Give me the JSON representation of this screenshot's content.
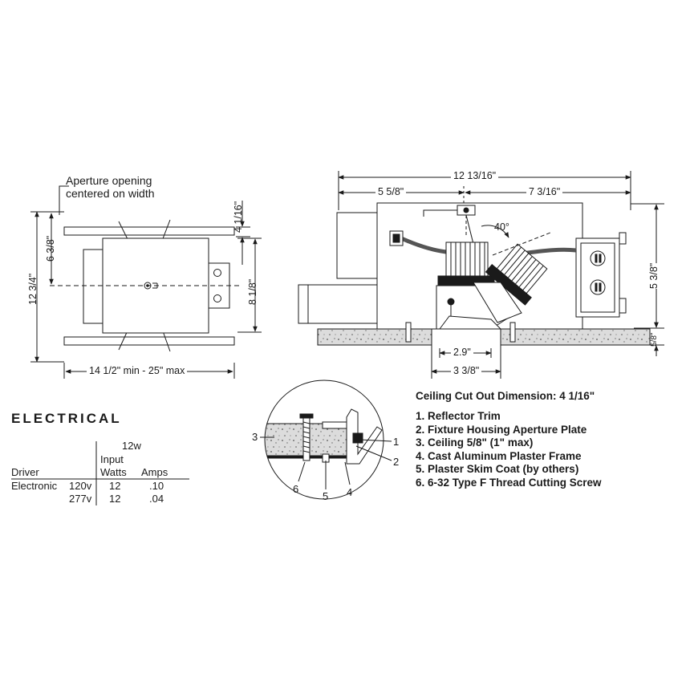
{
  "plan_view": {
    "aperture_note_line1": "Aperture opening",
    "aperture_note_line2": "centered on width",
    "dim_overall_length": "12 3/4\"",
    "dim_half_length": "6 3/8\"",
    "dim_depth": "4 1/16\"",
    "dim_width": "8 1/8\"",
    "dim_span": "14 1/2\" min - 25\" max"
  },
  "section_view": {
    "dim_total_width": "12 13/16\"",
    "dim_left_width": "5 5/8\"",
    "dim_right_width": "7 3/16\"",
    "tilt_angle": "40°",
    "dim_height": "5 3/8\"",
    "dim_ceiling": "5/8\"",
    "dim_aperture": "2.9\"",
    "dim_cutout": "3 3/8\""
  },
  "detail": {
    "callouts": [
      "1",
      "2",
      "3",
      "4",
      "5",
      "6"
    ]
  },
  "notes": {
    "cutout_dimension": "Ceiling Cut Out Dimension: 4 1/16\"",
    "items": [
      "1. Reflector Trim",
      "2. Fixture Housing Aperture Plate",
      "3. Ceiling 5/8\" (1\" max)",
      "4. Cast Aluminum Plaster Frame",
      "5. Plaster Skim Coat (by others)",
      "6. 6-32 Type F Thread Cutting Screw"
    ]
  },
  "electrical": {
    "title": "ELECTRICAL",
    "wattage_header": "12w",
    "col_input_line1": "Input",
    "col_input_line2": "Watts",
    "col_amps": "Amps",
    "col_driver": "Driver",
    "rows": [
      {
        "driver": "Electronic",
        "voltage": "120v",
        "watts": "12",
        "amps": ".10"
      },
      {
        "driver": "",
        "voltage": "277v",
        "watts": "12",
        "amps": ".04"
      }
    ]
  }
}
